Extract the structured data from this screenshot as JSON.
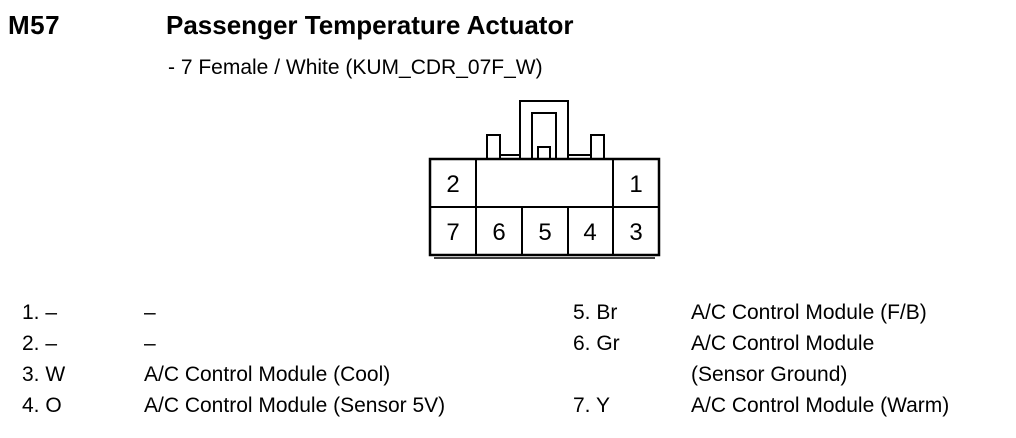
{
  "header": {
    "code": "M57",
    "title": "Passenger Temperature Actuator",
    "subtitle": "- 7 Female / White (KUM_CDR_07F_W)"
  },
  "connector": {
    "pins_top": [
      "2",
      "1"
    ],
    "pins_bottom": [
      "7",
      "6",
      "5",
      "4",
      "3"
    ]
  },
  "pinout": {
    "left": [
      {
        "pin": "1. –",
        "desc": "–"
      },
      {
        "pin": "2. –",
        "desc": "–"
      },
      {
        "pin": "3. W",
        "desc": "A/C Control Module (Cool)"
      },
      {
        "pin": "4. O",
        "desc": "A/C Control Module (Sensor 5V)"
      }
    ],
    "right": [
      {
        "pin": "5. Br",
        "desc": "A/C Control Module (F/B)"
      },
      {
        "pin": "6. Gr",
        "desc": "A/C Control Module"
      },
      {
        "pin": "",
        "desc": "(Sensor Ground)"
      },
      {
        "pin": "7. Y",
        "desc": "A/C Control Module (Warm)"
      }
    ]
  }
}
